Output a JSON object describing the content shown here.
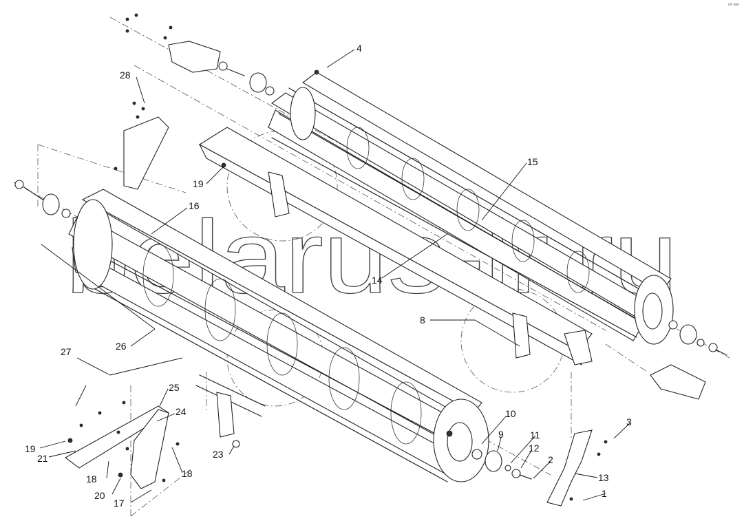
{
  "watermark": "belarus-lr.ru",
  "corner_mark": "c© ooo",
  "callouts": [
    {
      "id": "c1",
      "text": "1"
    },
    {
      "id": "c2",
      "text": "2"
    },
    {
      "id": "c3",
      "text": "3"
    },
    {
      "id": "c4",
      "text": "4"
    },
    {
      "id": "c8",
      "text": "8"
    },
    {
      "id": "c9",
      "text": "9"
    },
    {
      "id": "c10",
      "text": "10"
    },
    {
      "id": "c11",
      "text": "11"
    },
    {
      "id": "c12",
      "text": "12"
    },
    {
      "id": "c13",
      "text": "13"
    },
    {
      "id": "c14",
      "text": "14"
    },
    {
      "id": "c15",
      "text": "15"
    },
    {
      "id": "c16",
      "text": "16"
    },
    {
      "id": "c17",
      "text": "17"
    },
    {
      "id": "c18a",
      "text": "18"
    },
    {
      "id": "c18b",
      "text": "18"
    },
    {
      "id": "c19a",
      "text": "19"
    },
    {
      "id": "c19b",
      "text": "19"
    },
    {
      "id": "c20",
      "text": "20"
    },
    {
      "id": "c21",
      "text": "21"
    },
    {
      "id": "c23",
      "text": "23"
    },
    {
      "id": "c24",
      "text": "24"
    },
    {
      "id": "c25",
      "text": "25"
    },
    {
      "id": "c26",
      "text": "26"
    },
    {
      "id": "c27",
      "text": "27"
    },
    {
      "id": "c28",
      "text": "28"
    }
  ]
}
